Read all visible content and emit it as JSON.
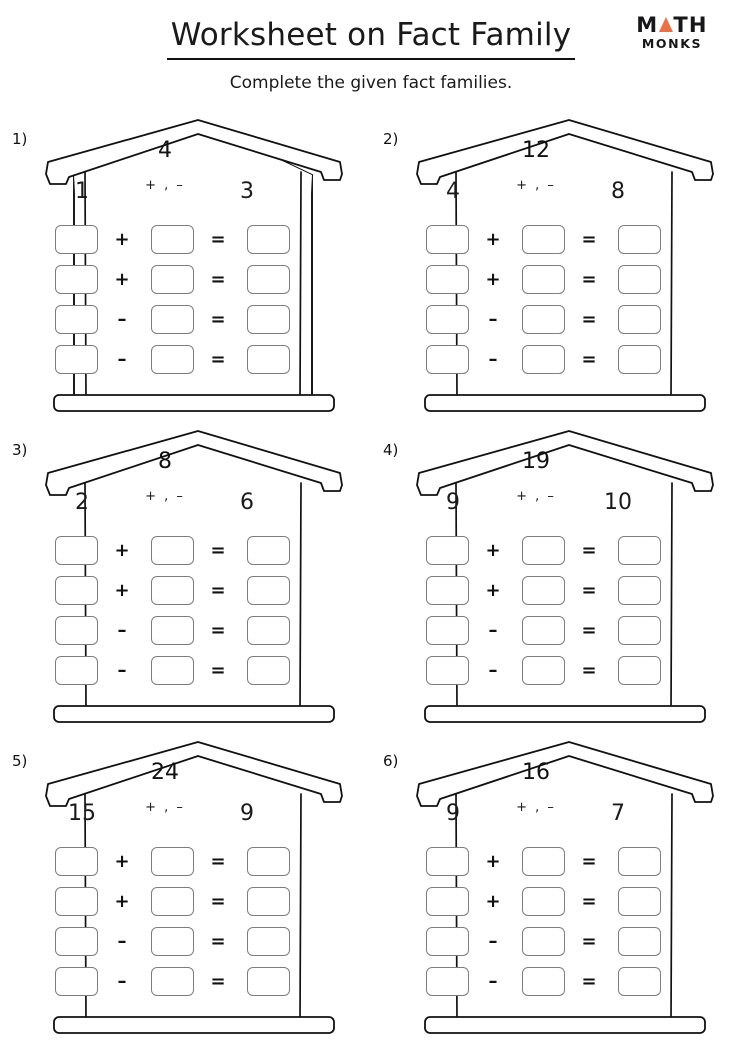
{
  "header": {
    "title": "Worksheet on Fact Family",
    "subtitle": "Complete the given fact families.",
    "logo": {
      "name": "math-monks-logo",
      "line1_before": "M",
      "line1_after": "TH",
      "line2": "MONKS",
      "triangle_color": "#e8714a"
    }
  },
  "colors": {
    "ink": "#111111",
    "box_border": "#7d7d7d",
    "house_outline": "#000000",
    "accent": "#e8714a"
  },
  "operators": {
    "plus": "+",
    "minus": "–",
    "equals": "=",
    "header_ops": "+ , –"
  },
  "problems": [
    {
      "number": "1)",
      "sum": "4",
      "part_left": "1",
      "part_right": "3",
      "ops_label": "+ , –",
      "rows": [
        {
          "op": "+",
          "eq": "="
        },
        {
          "op": "+",
          "eq": "="
        },
        {
          "op": "–",
          "eq": "="
        },
        {
          "op": "–",
          "eq": "="
        }
      ]
    },
    {
      "number": "2)",
      "sum": "12",
      "part_left": "4",
      "part_right": "8",
      "ops_label": "+ , –",
      "rows": [
        {
          "op": "+",
          "eq": "="
        },
        {
          "op": "+",
          "eq": "="
        },
        {
          "op": "–",
          "eq": "="
        },
        {
          "op": "–",
          "eq": "="
        }
      ]
    },
    {
      "number": "3)",
      "sum": "8",
      "part_left": "2",
      "part_right": "6",
      "ops_label": "+ , –",
      "rows": [
        {
          "op": "+",
          "eq": "="
        },
        {
          "op": "+",
          "eq": "="
        },
        {
          "op": "–",
          "eq": "="
        },
        {
          "op": "–",
          "eq": "="
        }
      ]
    },
    {
      "number": "4)",
      "sum": "19",
      "part_left": "9",
      "part_right": "10",
      "ops_label": "+ , –",
      "rows": [
        {
          "op": "+",
          "eq": "="
        },
        {
          "op": "+",
          "eq": "="
        },
        {
          "op": "–",
          "eq": "="
        },
        {
          "op": "–",
          "eq": "="
        }
      ]
    },
    {
      "number": "5)",
      "sum": "24",
      "part_left": "15",
      "part_right": "9",
      "ops_label": "+ , –",
      "rows": [
        {
          "op": "+",
          "eq": "="
        },
        {
          "op": "+",
          "eq": "="
        },
        {
          "op": "–",
          "eq": "="
        },
        {
          "op": "–",
          "eq": "="
        }
      ]
    },
    {
      "number": "6)",
      "sum": "16",
      "part_left": "9",
      "part_right": "7",
      "ops_label": "+ , –",
      "rows": [
        {
          "op": "+",
          "eq": "="
        },
        {
          "op": "+",
          "eq": "="
        },
        {
          "op": "–",
          "eq": "="
        },
        {
          "op": "–",
          "eq": "="
        }
      ]
    }
  ]
}
